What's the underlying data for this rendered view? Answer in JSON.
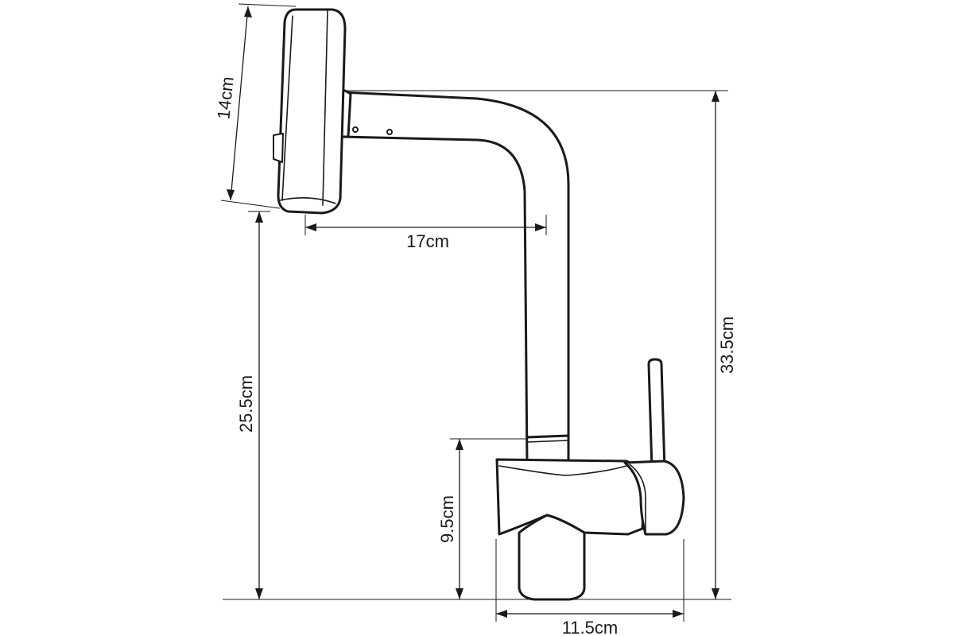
{
  "dimensions": {
    "spray_head_length": "14cm",
    "spout_reach": "17cm",
    "spout_clearance": "25.5cm",
    "total_height": "33.5cm",
    "body_height": "9.5cm",
    "base_width": "11.5cm"
  }
}
